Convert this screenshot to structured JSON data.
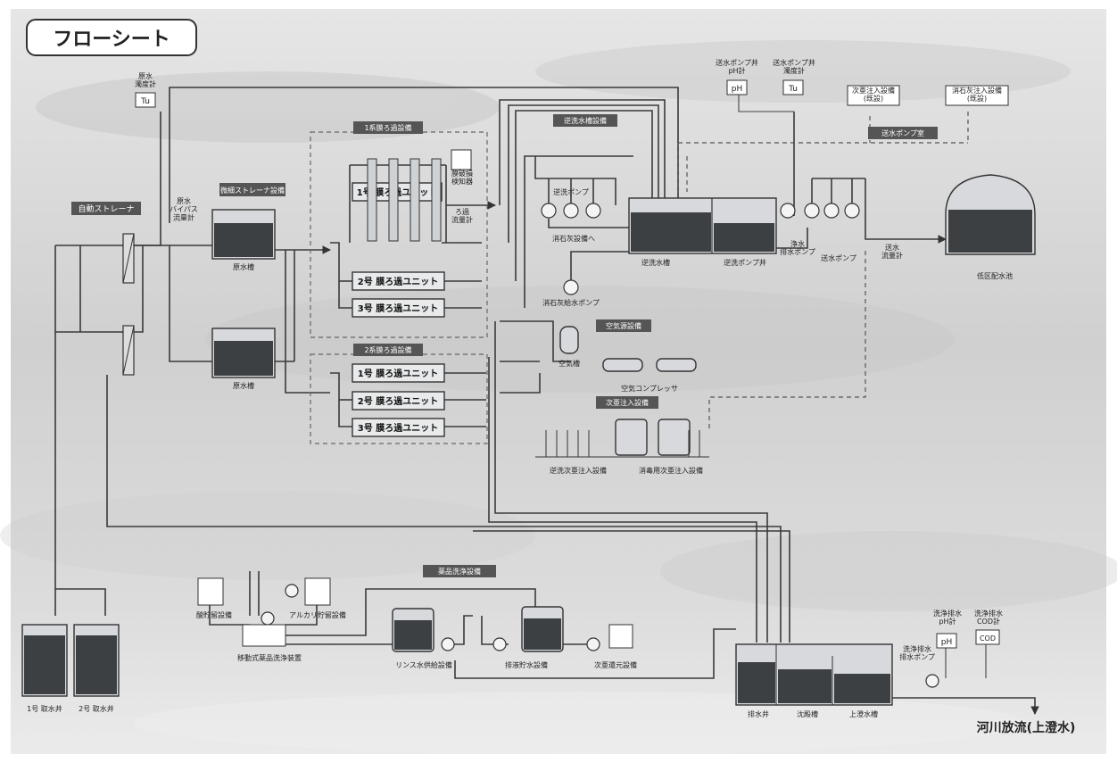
{
  "title": "フローシート",
  "sections": {
    "auto_strainer": "自動ストレーナ",
    "fine_strainer": "微細ストレーナ設備",
    "membrane1": "1系膜ろ過設備",
    "membrane2": "2系膜ろ過設備",
    "backwash_tank_eq": "逆洗水槽設備",
    "air_supply": "空気源設備",
    "hypochlorite": "次亜注入設備",
    "chem_wash": "薬品洗浄設備",
    "delivery_pump_eq": "送水ポンプ室"
  },
  "units": {
    "sys1": [
      "1号 膜ろ過ユニット",
      "2号 膜ろ過ユニット",
      "3号 膜ろ過ユニット"
    ],
    "sys2": [
      "1号 膜ろ過ユニット",
      "2号 膜ろ過ユニット",
      "3号 膜ろ過ユニット"
    ]
  },
  "instruments": {
    "raw_turbidity_label": "原水\n濁度計",
    "raw_turbidity_tag": "Tu",
    "bypass_flow": "原水\nバイパス\n流量計",
    "membrane_flow": "ろ過\n流量計",
    "membrane_damage": "膜破損\n検知器",
    "ph_meter_label": "送水ポンプ井\npH計",
    "ph_tag": "pH",
    "tu_meter_label": "送水ポンプ井\n濁度計",
    "tu_tag": "Tu",
    "delivery_flow": "送水\n流量計",
    "wash_ph_label": "洗浄排水\npH計",
    "wash_ph_tag": "pH",
    "wash_cod_label": "洗浄排水\nCOD計",
    "wash_cod_tag": "COD"
  },
  "equipment": {
    "raw_tank_1": "原水槽",
    "raw_tank_2": "原水槽",
    "backwash_pump": "逆洗ポンプ",
    "backwash_tank": "逆洗水槽",
    "backwash_pump_well": "逆洗ポンプ井",
    "clean_drain_pump": "浄水\n排水ポンプ",
    "delivery_pump": "送水ポンプ",
    "lime_feed": "消石灰設備へ",
    "lime_pump": "消石灰給水ポンプ",
    "air_tank": "空気槽",
    "compressor": "空気コンプレッサ",
    "backwash_hypo": "逆洗次亜注入設備",
    "disinfect_hypo": "消毒用次亜注入設備",
    "acid_storage": "酸貯留設備",
    "alkali_storage": "アルカリ貯留設備",
    "mobile_wash": "移動式薬品洗浄装置",
    "rinse_supply": "リンス水供給設備",
    "drain_storage": "排液貯水設備",
    "hypo_reduction": "次亜還元設備",
    "intake_1": "1号 取水井",
    "intake_2": "2号 取水井",
    "drain_well": "排水井",
    "settling": "沈殿槽",
    "supernatant": "上澄水槽",
    "wash_drain_pump": "洗浄排水\n排水ポンプ",
    "distribution": "低区配水池",
    "chlorine_inject": "次亜注入設備\n(既設)",
    "lime_inject": "消石灰注入設備\n(既設)"
  },
  "outlet": "河川放流(上澄水)"
}
